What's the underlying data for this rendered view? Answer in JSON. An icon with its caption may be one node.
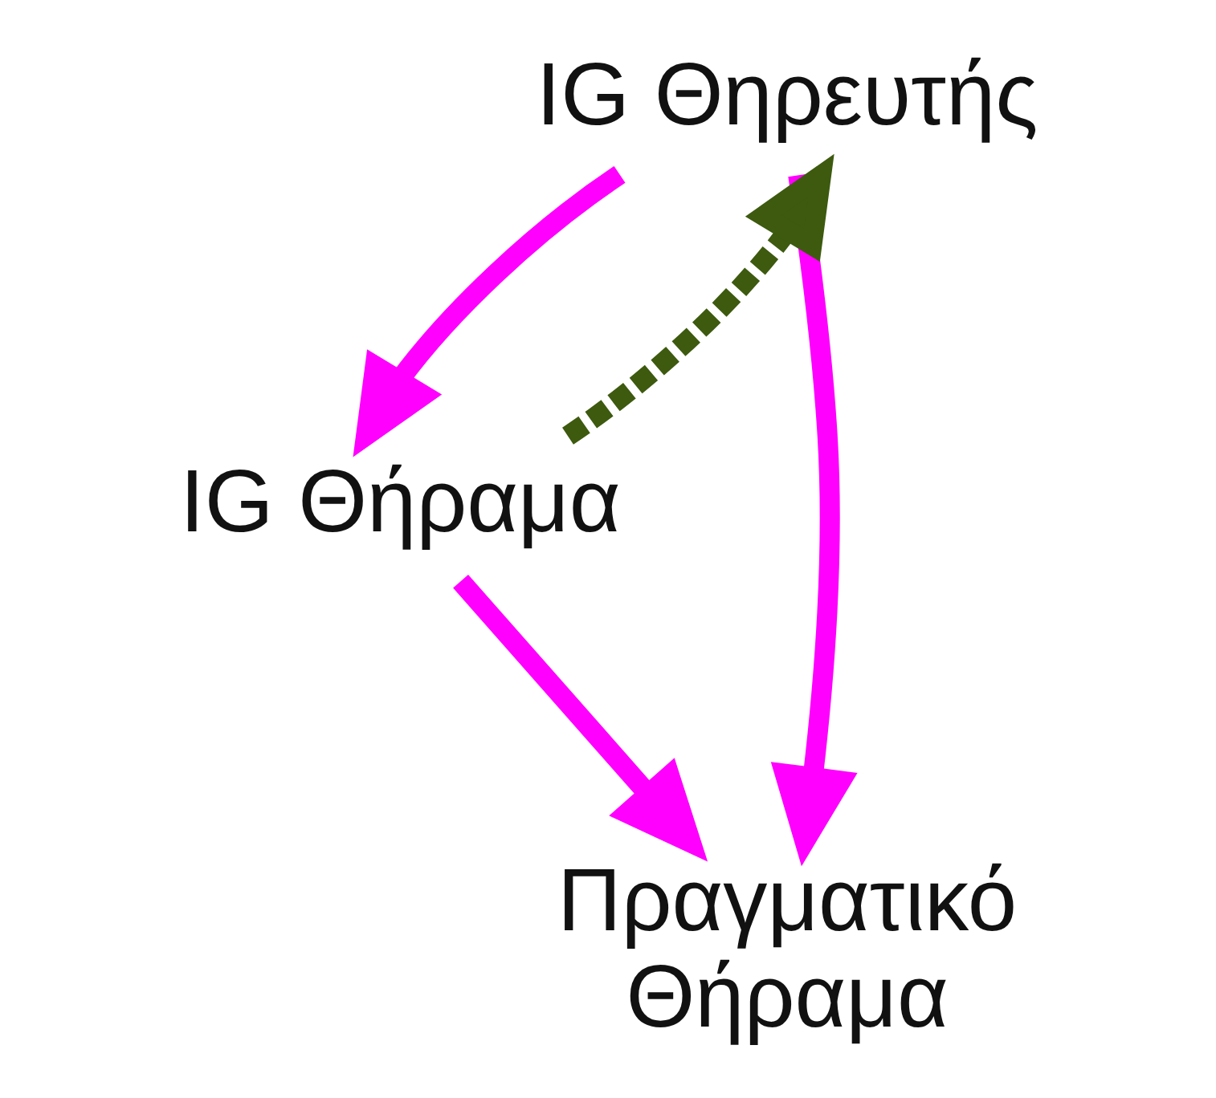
{
  "diagram": {
    "nodes": [
      {
        "text": [
          "IG Θηρευτής"
        ]
      },
      {
        "text": [
          "IG Θήραμα"
        ]
      },
      {
        "text": [
          "Πραγματικό Θήραμα"
        ]
      }
    ],
    "edges": [
      {
        "from": 0,
        "to": 1,
        "arrow": "to"
      },
      {
        "from": 1,
        "to": 0,
        "arrow": "to",
        "style": "dashed",
        "color": "#3d5a0f"
      },
      {
        "from": 0,
        "to": 2,
        "arrow": "to"
      },
      {
        "from": 1,
        "to": 2,
        "arrow": "to"
      }
    ]
  }
}
